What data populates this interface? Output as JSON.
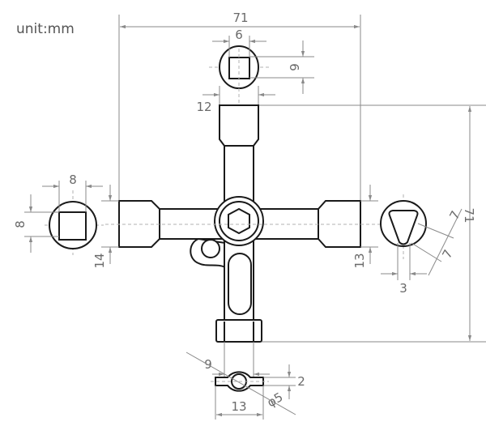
{
  "unit_label": "unit:mm",
  "dimensions": {
    "overall_width": "71",
    "overall_height": "71",
    "top_square_width": "6",
    "top_square_height": "6",
    "top_socket_width": "12",
    "left_square_width": "8",
    "left_square_height": "8",
    "left_socket_height": "14",
    "right_socket_height": "13",
    "triangle_side_a": "7",
    "triangle_side_b": "7",
    "triangle_tip": "3",
    "bottom_shaft_width": "9",
    "bottom_ear_thickness": "2",
    "bottom_hole_diameter": "φ5",
    "bottom_ear_width": "13"
  }
}
